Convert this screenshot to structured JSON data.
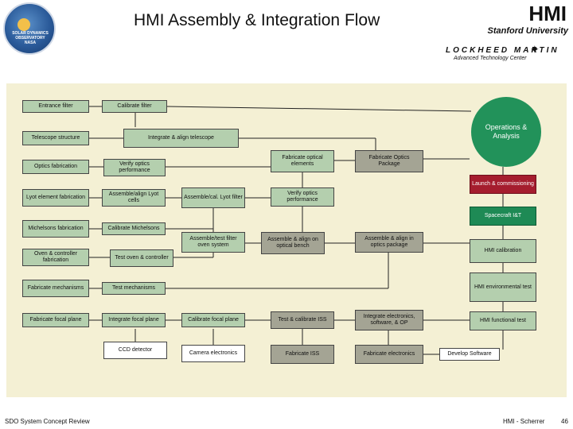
{
  "header": {
    "title": "HMI Assembly & Integration Flow",
    "brand": "HMI",
    "university": "Stanford University",
    "lockheed": "LOCKHEED MARTIN",
    "atc": "Advanced Technology Center",
    "logo_text": "SOLAR DYNAMICS OBSERVATORY NASA"
  },
  "boxes": {
    "entrance_filter": "Entrance filter",
    "calibrate_filter": "Calibrate filter",
    "telescope_structure": "Telescope structure",
    "integrate_telescope": "Integrate & align telescope",
    "optics_fabrication": "Optics fabrication",
    "verify_optics_1": "Verify optics performance",
    "fabricate_optical": "Fabricate optical elements",
    "fabricate_optics_pkg": "Fabricate Optics Package",
    "lyot_fab": "Lyot element fabrication",
    "assemble_lyot_cells": "Assemble/align Lyot cells",
    "assemble_cal_lyot": "Assemble/cal. Lyot filter",
    "verify_optics_2": "Verify optics performance",
    "michelsons_fab": "Michelsons fabrication",
    "calibrate_michelsons": "Calibrate Michelsons",
    "assemble_test_filter": "Assemble/test filter oven system",
    "assemble_bench": "Assemble & align on optical bench",
    "assemble_package": "Assemble & align in optics package",
    "oven_fab": "Oven & controller fabrication",
    "test_oven": "Test oven & controller",
    "fab_mechanisms": "Fabricate mechanisms",
    "test_mechanisms": "Test mechanisms",
    "fab_focal_plane": "Fabricate focal plane",
    "integrate_focal_plane": "Integrate focal plane",
    "calibrate_focal_plane": "Calibrate focal plane",
    "test_iss": "Test & calibrate ISS",
    "integrate_electronics": "Integrate electronics, software, & OP",
    "ccd_detector": "CCD detector",
    "camera_electronics": "Camera electronics",
    "fabricate_iss": "Fabricate ISS",
    "fabricate_electronics": "Fabricate electronics",
    "develop_software": "Develop Software",
    "operations": "Operations & Analysis",
    "launch": "Launch & commissioning",
    "spacecraft_it": "Spacecraft I&T",
    "hmi_calibration": "HMI calibration",
    "hmi_env_test": "HMI environmental test",
    "hmi_functional_test": "HMI functional test"
  },
  "footer": {
    "left": "SDO System Concept Review",
    "right": "HMI - Scherrer",
    "page": "46"
  }
}
